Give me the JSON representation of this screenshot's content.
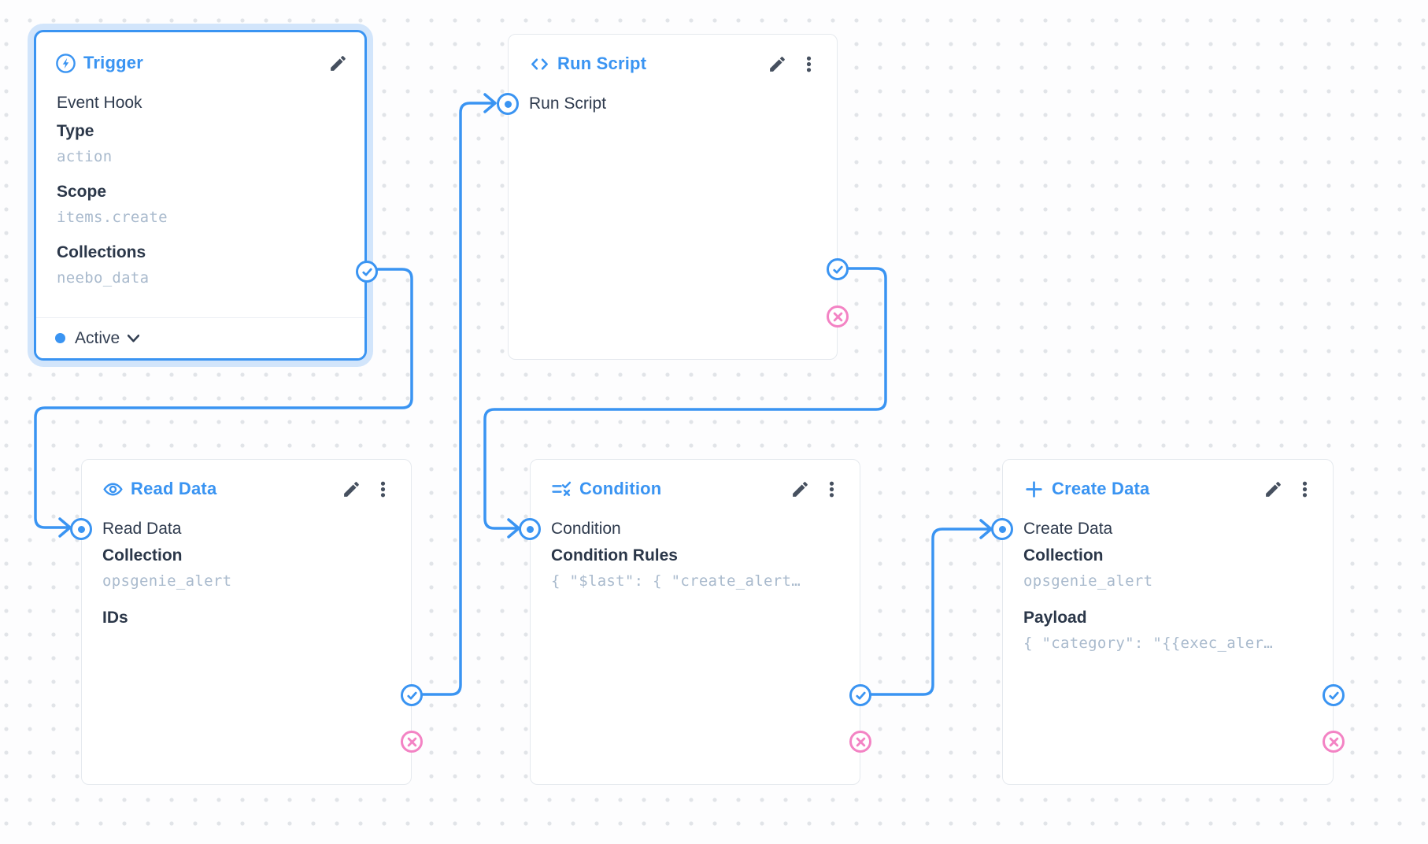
{
  "colors": {
    "primary": "#3a94f2",
    "reject_pink": "#f383c4",
    "selected_halo": "#d2e5fb",
    "mono_value": "#a9bacd",
    "icon_gray": "#46505f"
  },
  "nodes": {
    "trigger": {
      "title": "Trigger",
      "icon": "bolt-circle-icon",
      "event_label": "Event Hook",
      "type_label": "Type",
      "type_value": "action",
      "scope_label": "Scope",
      "scope_value": "items.create",
      "collections_label": "Collections",
      "collections_value": "neebo_data",
      "status_label": "Active"
    },
    "run_script": {
      "title": "Run Script",
      "icon": "code-icon",
      "input_label": "Run Script"
    },
    "read_data": {
      "title": "Read Data",
      "icon": "eye-icon",
      "input_label": "Read Data",
      "collection_label": "Collection",
      "collection_value": "opsgenie_alert",
      "ids_label": "IDs"
    },
    "condition": {
      "title": "Condition",
      "icon": "rule-icon",
      "input_label": "Condition",
      "rules_label": "Condition Rules",
      "rules_value": "{ \"$last\": { \"create_alert…"
    },
    "create_data": {
      "title": "Create Data",
      "icon": "plus-icon",
      "input_label": "Create Data",
      "collection_label": "Collection",
      "collection_value": "opsgenie_alert",
      "payload_label": "Payload",
      "payload_value": "{ \"category\": \"{{exec_aler…"
    }
  }
}
